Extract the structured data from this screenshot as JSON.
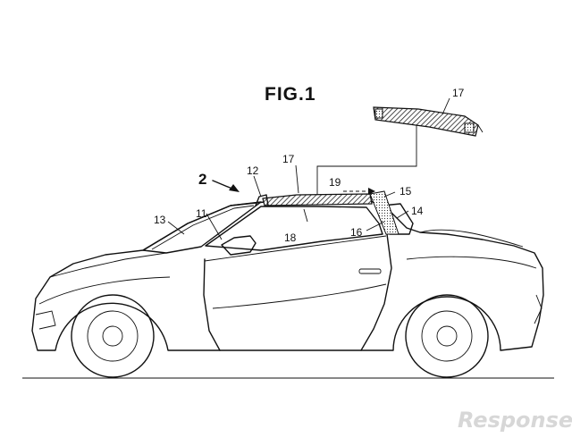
{
  "figure": {
    "title": "FIG.1",
    "labels": {
      "l2": "2",
      "l11": "11",
      "l12": "12",
      "l13": "13",
      "l14": "14",
      "l15": "15",
      "l16": "16",
      "l17_top": "17",
      "l17_mid": "17",
      "l18": "18",
      "l19": "19"
    }
  },
  "watermark": "Response."
}
